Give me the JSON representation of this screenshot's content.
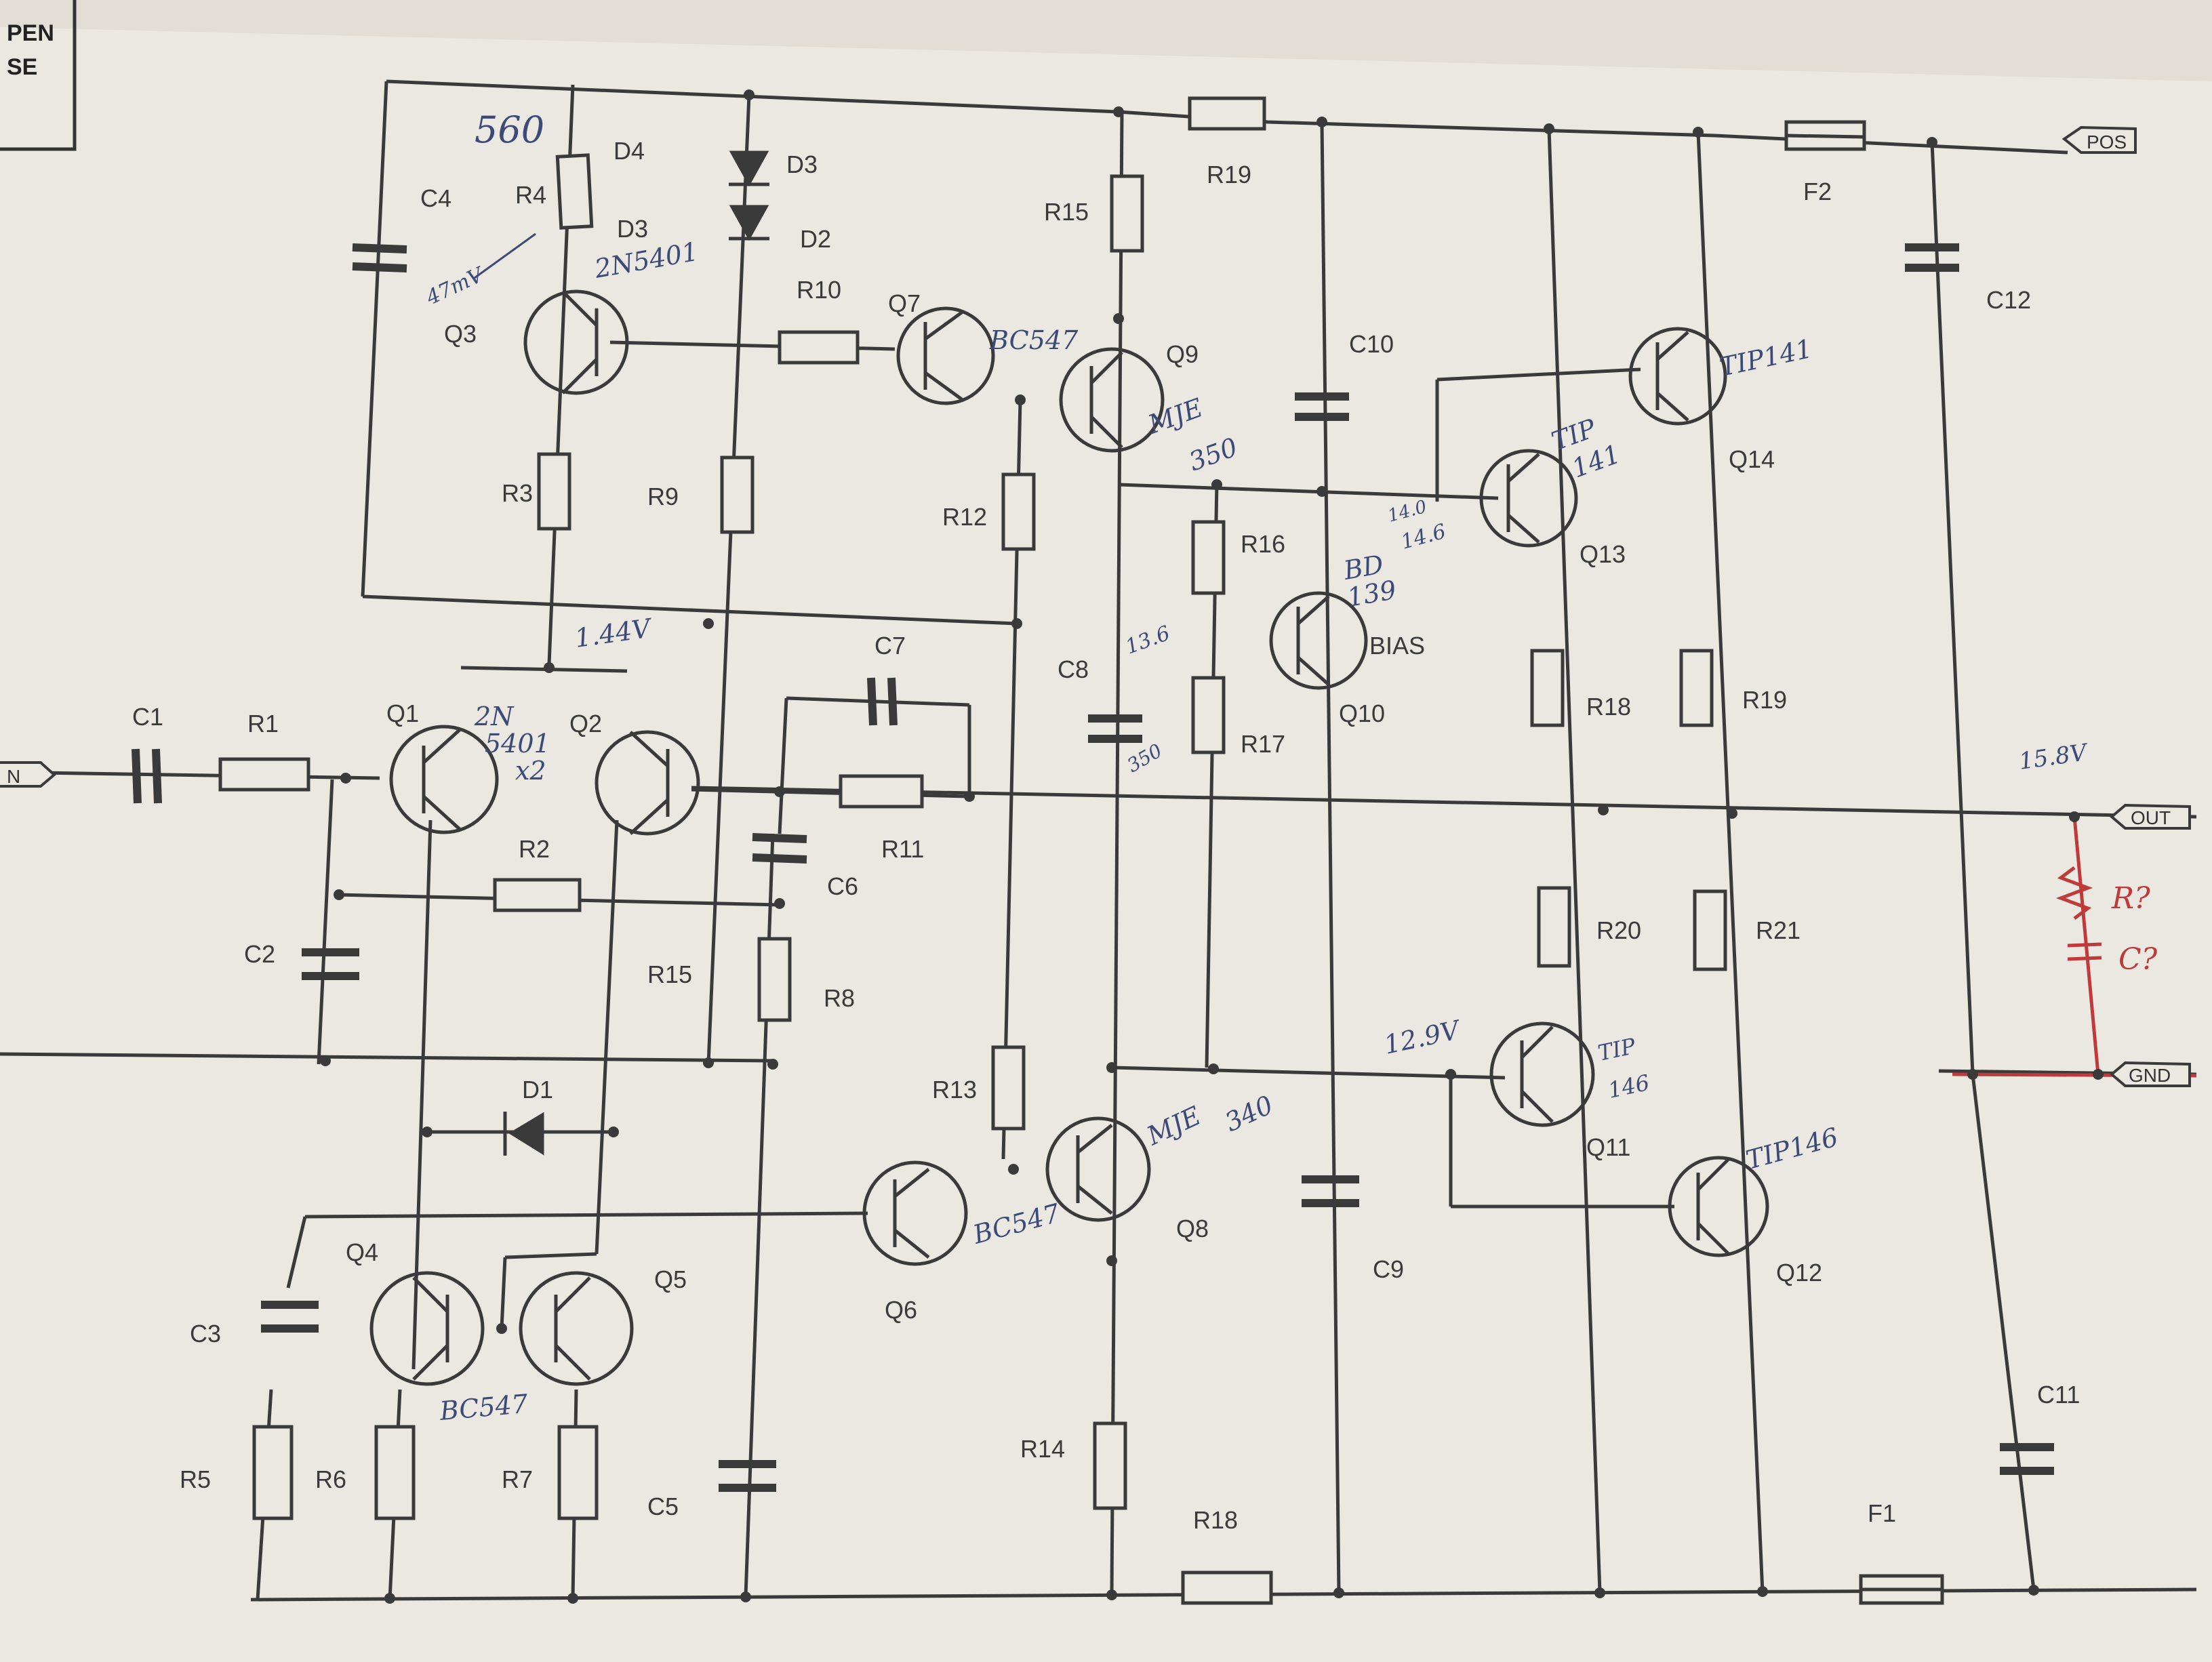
{
  "header_box": {
    "line1": "PEN",
    "line2": "SE"
  },
  "ports": {
    "pos": "POS",
    "out": "OUT",
    "gnd": "GND",
    "in": "N"
  },
  "components": {
    "R1": "R1",
    "R2": "R2",
    "R3": "R3",
    "R4": "R4",
    "R5": "R5",
    "R6": "R6",
    "R7": "R7",
    "R8": "R8",
    "R9": "R9",
    "R10": "R10",
    "R11": "R11",
    "R12": "R12",
    "R13": "R13",
    "R14": "R14",
    "R15a": "R15",
    "R15b": "R15",
    "R16": "R16",
    "R17": "R17",
    "R18a": "R18",
    "R18b": "R18",
    "R19a": "R19",
    "R19b": "R19",
    "R20": "R20",
    "R21": "R21",
    "C1": "C1",
    "C2": "C2",
    "C3": "C3",
    "C4": "C4",
    "C5": "C5",
    "C6": "C6",
    "C7": "C7",
    "C8": "C8",
    "C9": "C9",
    "C10": "C10",
    "C11": "C11",
    "C12": "C12",
    "D1": "D1",
    "D2": "D2",
    "D3a": "D3",
    "D3b": "D3",
    "D4": "D4",
    "F1": "F1",
    "F2": "F2",
    "Q1": "Q1",
    "Q2": "Q2",
    "Q3": "Q3",
    "Q4": "Q4",
    "Q5": "Q5",
    "Q6": "Q6",
    "Q7": "Q7",
    "Q8": "Q8",
    "Q9": "Q9",
    "Q10": "Q10",
    "Q11": "Q11",
    "Q12": "Q12",
    "Q13": "Q13",
    "Q14": "Q14",
    "BIAS": "BIAS"
  },
  "annotations": {
    "r4_value": "560",
    "r4_voltage": "47mV",
    "q3_part": "2N5401",
    "q7_part": "BC547",
    "q9_part1": "MJE",
    "q9_part2": "350",
    "node_voltage_a": "1.44V",
    "q1q2_part1": "2N",
    "q1q2_part2": "5401",
    "q1q2_part3": "x2",
    "q4q5_part": "BC547",
    "q6_part": "BC547",
    "q8_part1": "MJE",
    "q8_part2": "340",
    "q10_part1": "BD",
    "q10_part2": "139",
    "node_136": "13.6",
    "node_350": "350",
    "q13_part1": "TIP",
    "q13_part2": "141",
    "q13_volt1": "14.0",
    "q13_volt2": "14.6",
    "q14_part": "TIP141",
    "out_voltage": "15.8V",
    "q11_volt": "12.9V",
    "q11_part1": "TIP",
    "q11_part2": "146",
    "q12_part": "TIP146",
    "snubber_r": "R?",
    "snubber_c": "C?"
  },
  "colors": {
    "ink": "#3a3a3a",
    "pencil": "#3c4a78",
    "red_pen": "#c03a3a",
    "paper": "#ebe8e2"
  }
}
